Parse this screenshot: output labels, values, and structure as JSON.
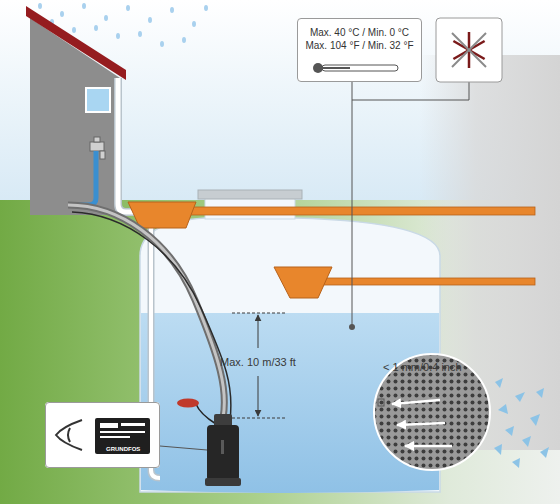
{
  "diagram": {
    "nodes": [
      {
        "text": [
          "Max. 40 °C / Min. 0 °C",
          "Max. 104 °F / Min. 32 °F"
        ]
      },
      {
        "text": [
          "GRUNDFOS"
        ]
      }
    ],
    "labels": [
      "Max. 10 m/33 ft",
      "< 1 mm/0.4 inch"
    ]
  }
}
